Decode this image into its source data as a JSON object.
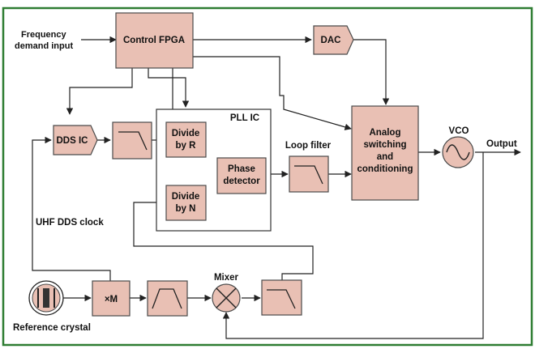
{
  "diagram": {
    "inputs": {
      "frequency_demand_line1": "Frequency",
      "frequency_demand_line2": "demand input"
    },
    "blocks": {
      "control_fpga": "Control FPGA",
      "dac": "DAC",
      "dds_ic": "DDS IC",
      "pll_ic": "PLL IC",
      "divide_r_line1": "Divide",
      "divide_r_line2": "by R",
      "divide_n_line1": "Divide",
      "divide_n_line2": "by N",
      "phase_detector_line1": "Phase",
      "phase_detector_line2": "detector",
      "loop_filter": "Loop filter",
      "analog_line1": "Analog",
      "analog_line2": "switching",
      "analog_line3": "and",
      "analog_line4": "conditioning",
      "vco": "VCO",
      "output": "Output",
      "multiplier": "×M",
      "mixer": "Mixer",
      "uhf_dds_clock": "UHF DDS clock",
      "reference_crystal": "Reference crystal"
    }
  },
  "colors": {
    "block_fill": "#e9c0b4",
    "border": "#2e7d32",
    "line": "#222222"
  }
}
